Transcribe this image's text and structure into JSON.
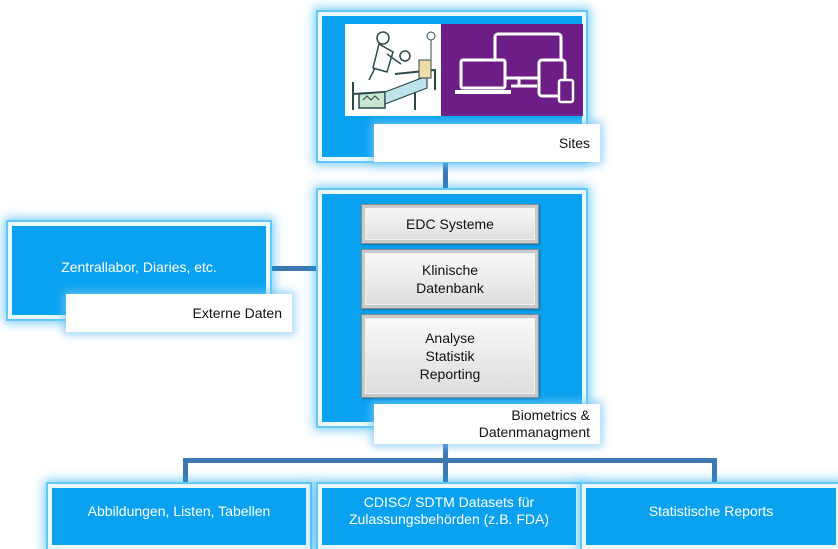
{
  "sites": {
    "label": "Sites"
  },
  "external": {
    "source_text": "Zentrallabor, Diaries, etc.",
    "label": "Externe Daten"
  },
  "central": {
    "steps": [
      "EDC Systeme",
      "Klinische\nDatenbank",
      "Analyse\nStatistik\nReporting"
    ],
    "label": "Biometrics &\nDatenmanagment"
  },
  "outputs": [
    "Abbildungen, Listen, Tabellen",
    "CDISC/ SDTM Datasets für\nZulassungsbehörden (z.B. FDA)",
    "Statistische Reports"
  ],
  "colors": {
    "box_blue": "#0aa2f0",
    "connector": "#3d78b4"
  },
  "icons": [
    "hospital-bed-illustration",
    "devices-illustration"
  ]
}
